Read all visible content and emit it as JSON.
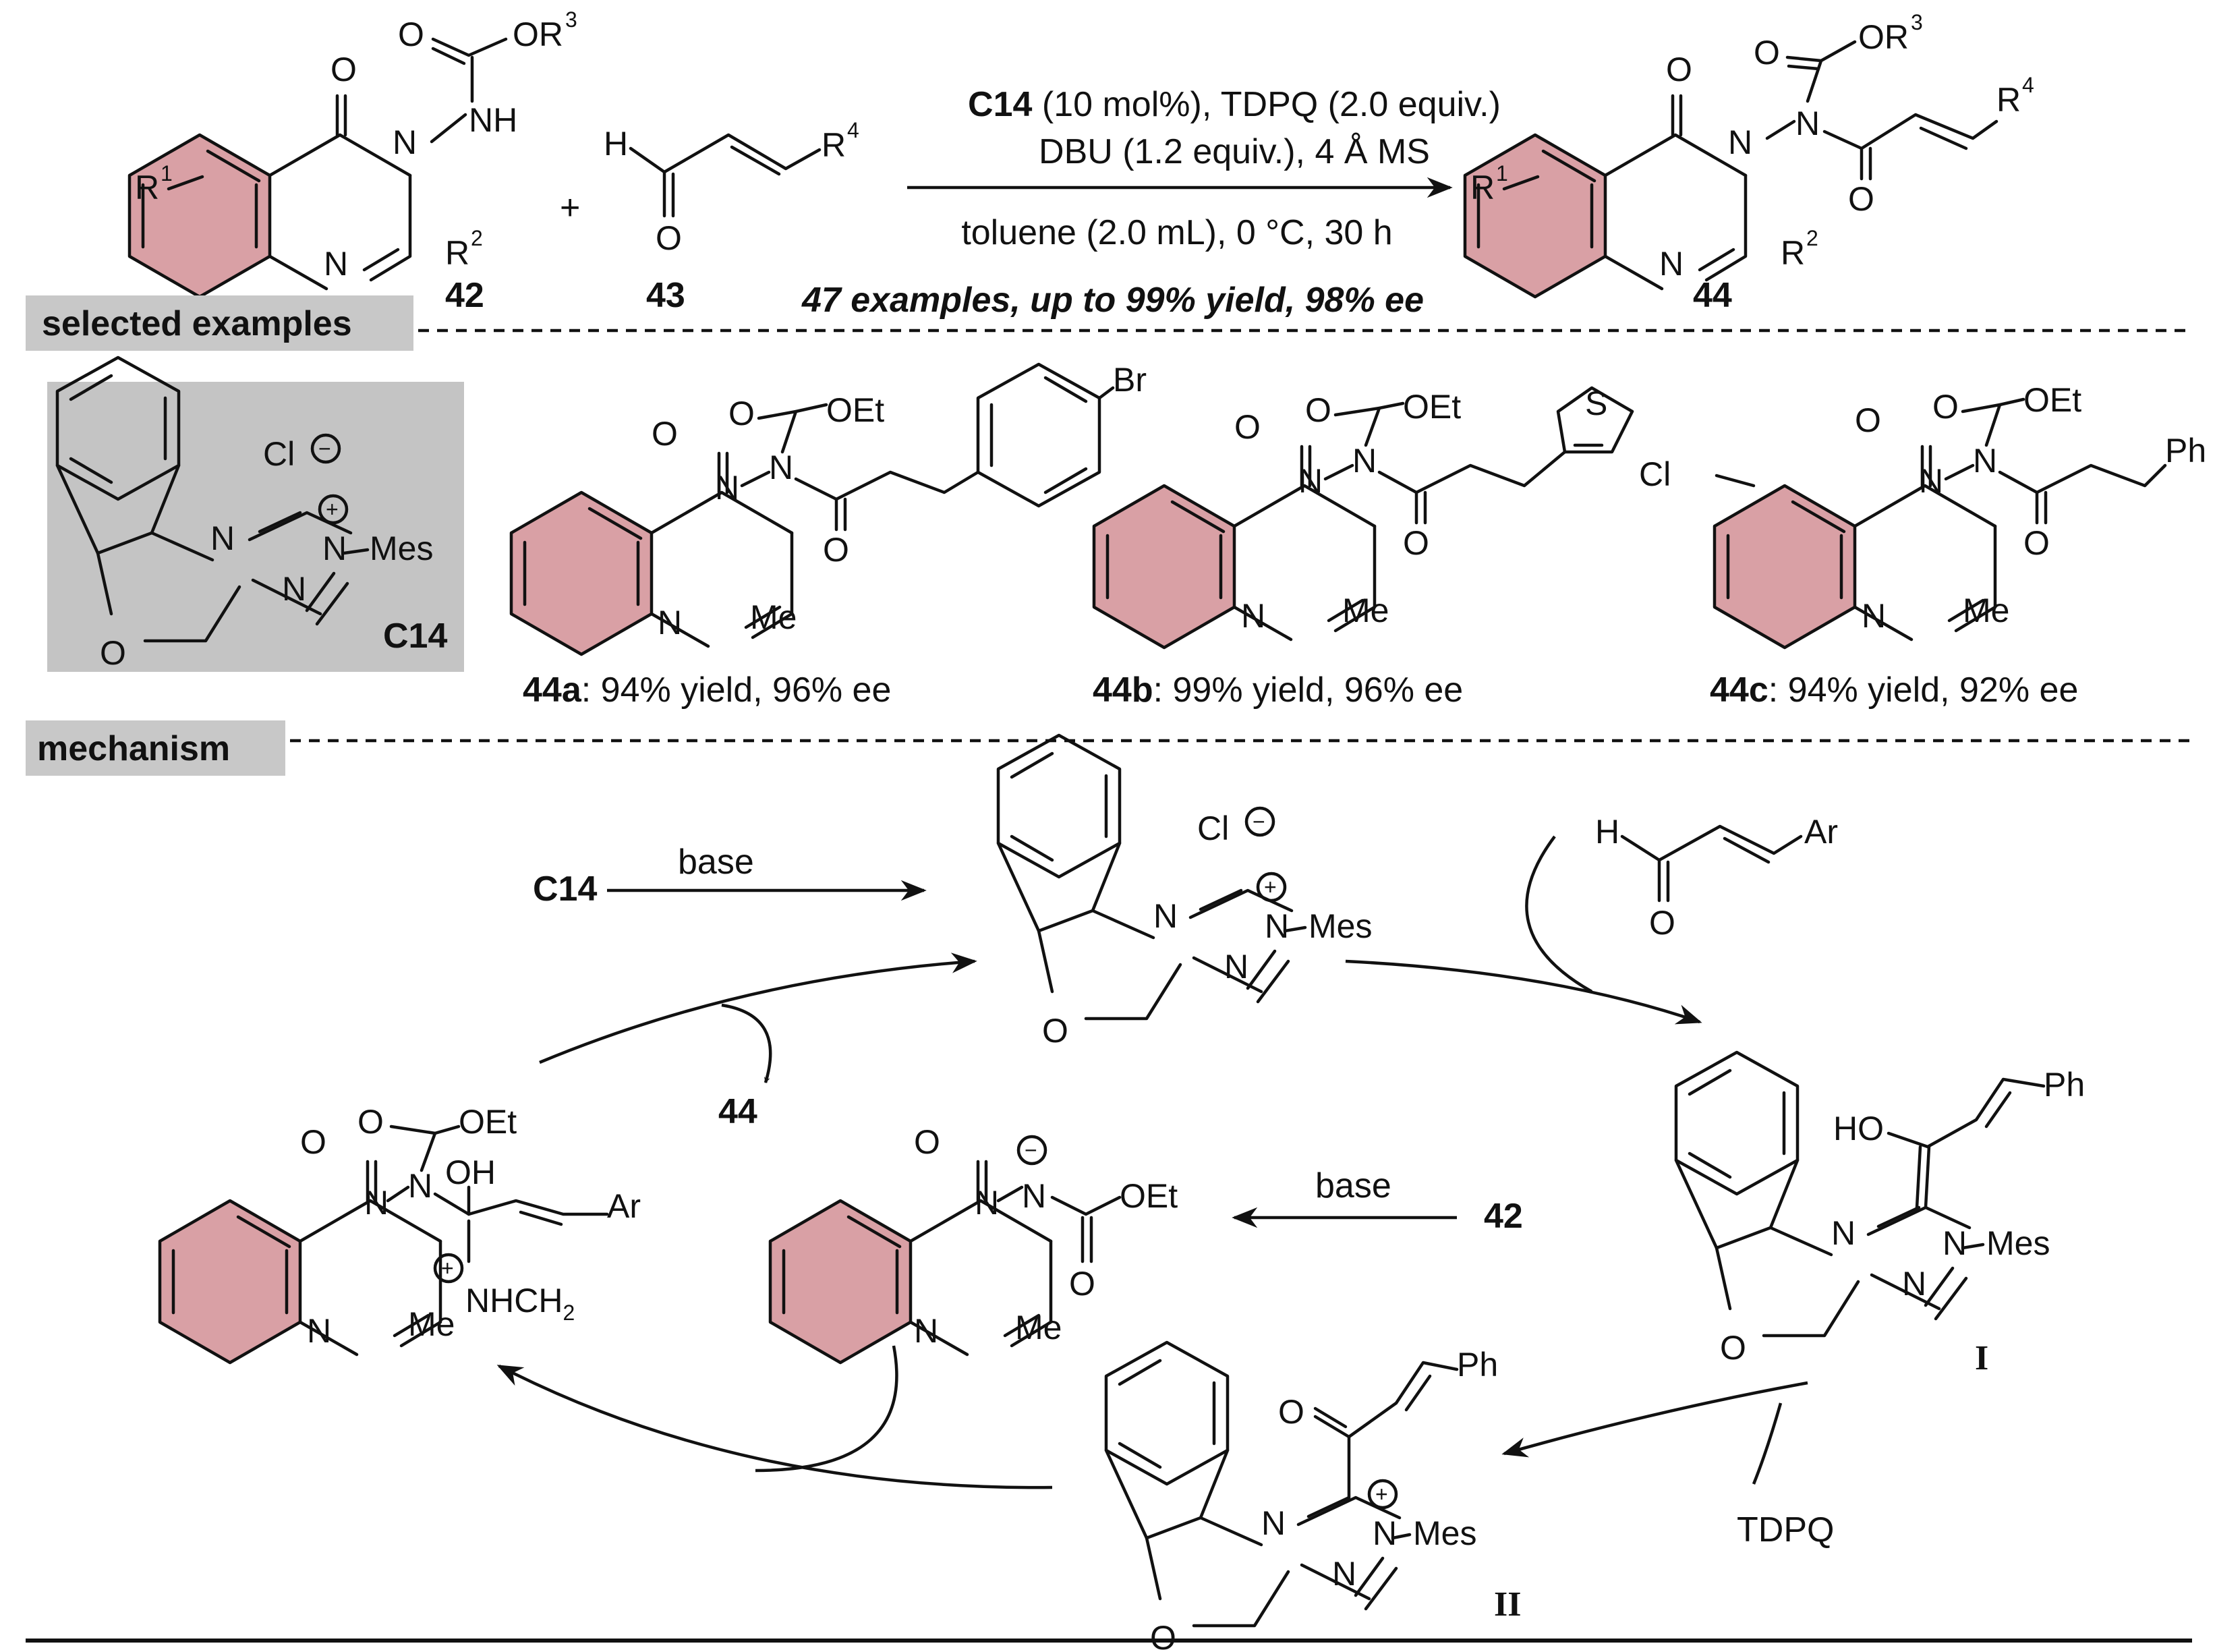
{
  "reaction": {
    "reactant1_label": "42",
    "reactant2_label": "43",
    "product_label": "44",
    "plus": "+",
    "catalyst": "C14",
    "catalyst_loading": " (10 mol%), TDPQ (2.0 equiv.)",
    "line2": "DBU (1.2 equiv.), 4 Å MS",
    "line3": "toluene (2.0 mL), 0 °C, 30 h",
    "summary": "47 examples, up to 99% yield, 98% ee"
  },
  "sections": {
    "examples_title": "selected examples",
    "mechanism_title": "mechanism"
  },
  "atoms": {
    "O": "O",
    "N": "N",
    "NH": "NH",
    "H": "H",
    "Cl": "Cl",
    "Br": "Br",
    "S": "S",
    "OR": "OR",
    "R": "R",
    "sup1": "1",
    "sup2": "2",
    "sup3": "3",
    "sup4": "4",
    "OEt": "OEt",
    "Me": "Me",
    "Ph": "Ph",
    "Ar": "Ar",
    "Mes": "Mes",
    "HO": "HO",
    "OH": "OH",
    "NHCH2": "NHCH",
    "plus_charge": "+",
    "minus_charge": "−"
  },
  "catalyst_box": {
    "name": "C14",
    "counterion": "Cl"
  },
  "examples": [
    {
      "id": "44a",
      "result": ": 94% yield, 96% ee"
    },
    {
      "id": "44b",
      "result": ": 99% yield, 96% ee"
    },
    {
      "id": "44c",
      "result": ": 94% yield, 92% ee"
    }
  ],
  "mechanism": {
    "start": "C14",
    "base1": "base",
    "base2": "base",
    "substrate": "42",
    "product": "44",
    "oxidant": "TDPQ",
    "int1": "I",
    "int2": "II"
  },
  "colors": {
    "ring_fill": "#d9a0a5",
    "tag_fill": "#c8c8c8",
    "catalyst_box_fill": "#c4c4c4"
  }
}
